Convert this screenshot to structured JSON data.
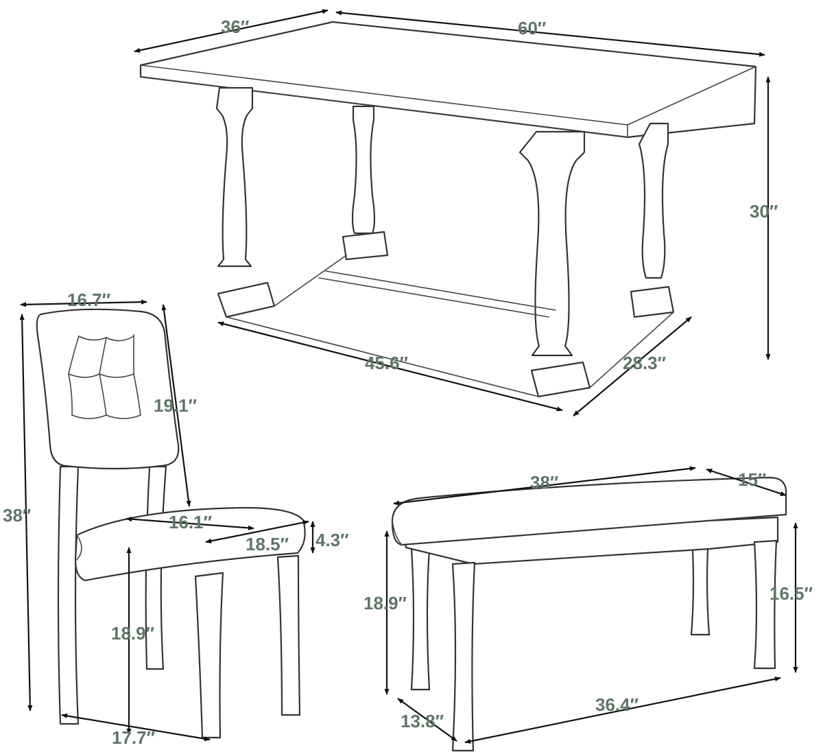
{
  "table": {
    "width_label": "36″",
    "length_label": "60″",
    "height_label": "30″",
    "base_length_label": "45.6″",
    "base_width_label": "28.3″"
  },
  "chair": {
    "back_width_label": "16.7″",
    "back_height_label": "19.1″",
    "total_height_label": "38″",
    "seat_width_label": "16.1″",
    "seat_depth_label": "18.5″",
    "seat_thickness_label": "4.3″",
    "seat_height_label": "18.9″",
    "base_depth_label": "17.7″"
  },
  "bench": {
    "length_label": "38″",
    "depth_label": "15″",
    "height_left_label": "18.9″",
    "height_right_label": "16.5″",
    "base_depth_label": "13.8″",
    "base_length_label": "36.4″"
  },
  "colors": {
    "label": "#5f7567",
    "line": "#111111"
  }
}
